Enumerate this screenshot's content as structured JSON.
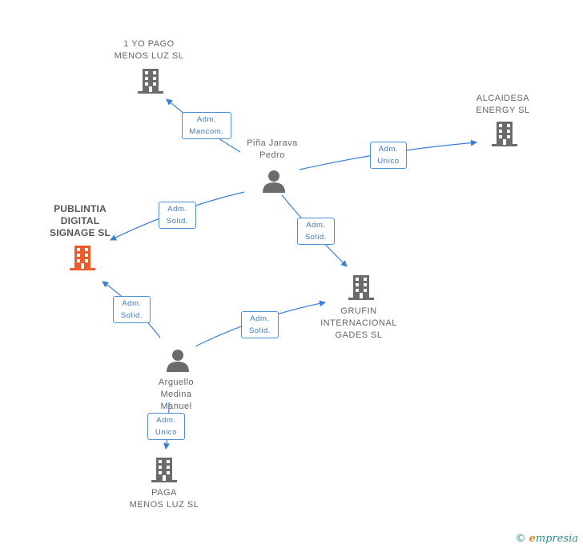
{
  "colors": {
    "edge": "#3a7fd5",
    "company": "#6b6b6b",
    "focus_company": "#f05a28",
    "person": "#6b6b6b"
  },
  "nodes": {
    "yo_pago": {
      "label": "1 YO PAGO\nMENOS LUZ SL",
      "icon": "building-icon"
    },
    "alcaidesa": {
      "label": "ALCAIDESA\nENERGY  SL",
      "icon": "building-icon"
    },
    "pina": {
      "label": "Piña Jarava\nPedro",
      "icon": "person-icon"
    },
    "publintia": {
      "label": "PUBLINTIA\nDIGITAL\nSIGNAGE SL",
      "icon": "building-icon"
    },
    "grufin": {
      "label": "GRUFIN\nINTERNACIONAL\nGADES SL",
      "icon": "building-icon"
    },
    "arguello": {
      "label": "Arguello\nMedina\nManuel",
      "icon": "person-icon"
    },
    "paga": {
      "label": "PAGA\nMENOS LUZ SL",
      "icon": "building-icon"
    }
  },
  "edges": {
    "pina_yopago": "Adm.\nMancom.",
    "pina_alcaidesa": "Adm.\nUnico",
    "pina_publintia": "Adm.\nSolid.",
    "pina_grufin": "Adm.\nSolid.",
    "arguello_publintia": "Adm.\nSolid.",
    "arguello_grufin": "Adm.\nSolid.",
    "arguello_paga": "Adm.\nUnico"
  },
  "brand": {
    "copyright": "©",
    "initial": "e",
    "name": "mpresia"
  }
}
